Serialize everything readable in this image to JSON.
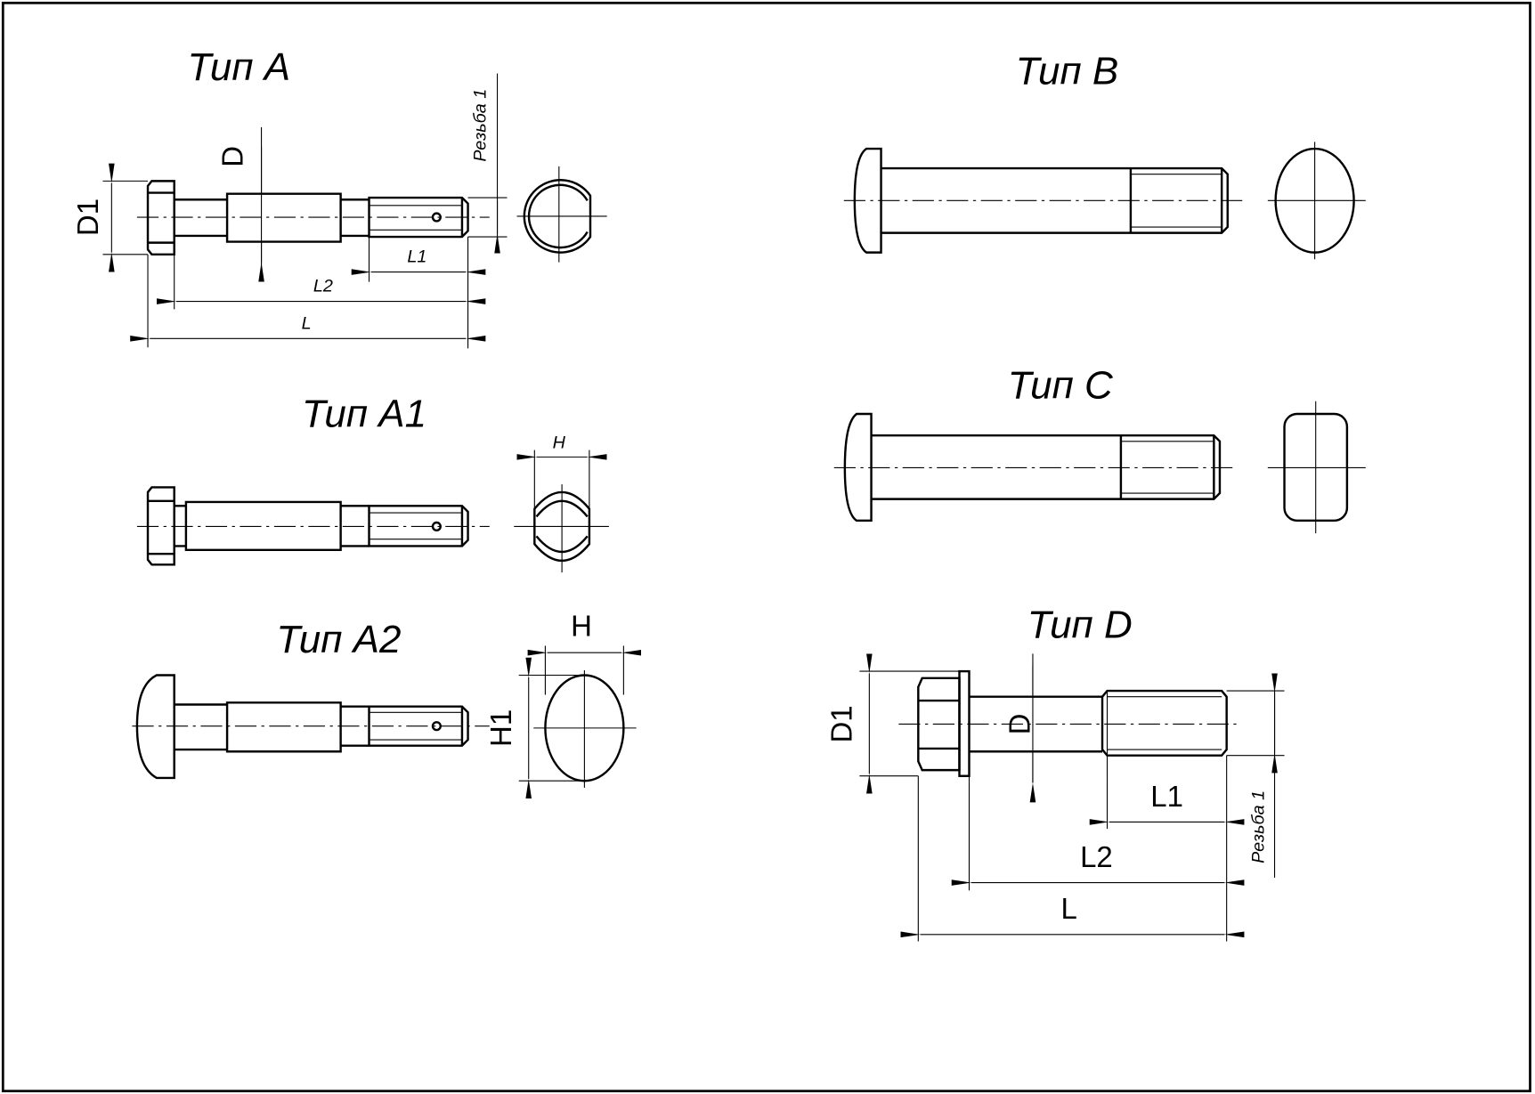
{
  "drawing": {
    "type_a": {
      "title": "Тип А",
      "d": "D",
      "d1": "D1",
      "thread": "Резьба 1",
      "l1": "L1",
      "l2": "L2",
      "l": "L"
    },
    "type_a1": {
      "title": "Тип А1",
      "h": "H"
    },
    "type_a2": {
      "title": "Тип А2",
      "h": "H",
      "h1": "H1"
    },
    "type_b": {
      "title": "Тип B"
    },
    "type_c": {
      "title": "Тип C"
    },
    "type_d": {
      "title": "Тип D",
      "d": "D",
      "d1": "D1",
      "thread": "Резьба 1",
      "l1": "L1",
      "l2": "L2",
      "l": "L"
    }
  }
}
